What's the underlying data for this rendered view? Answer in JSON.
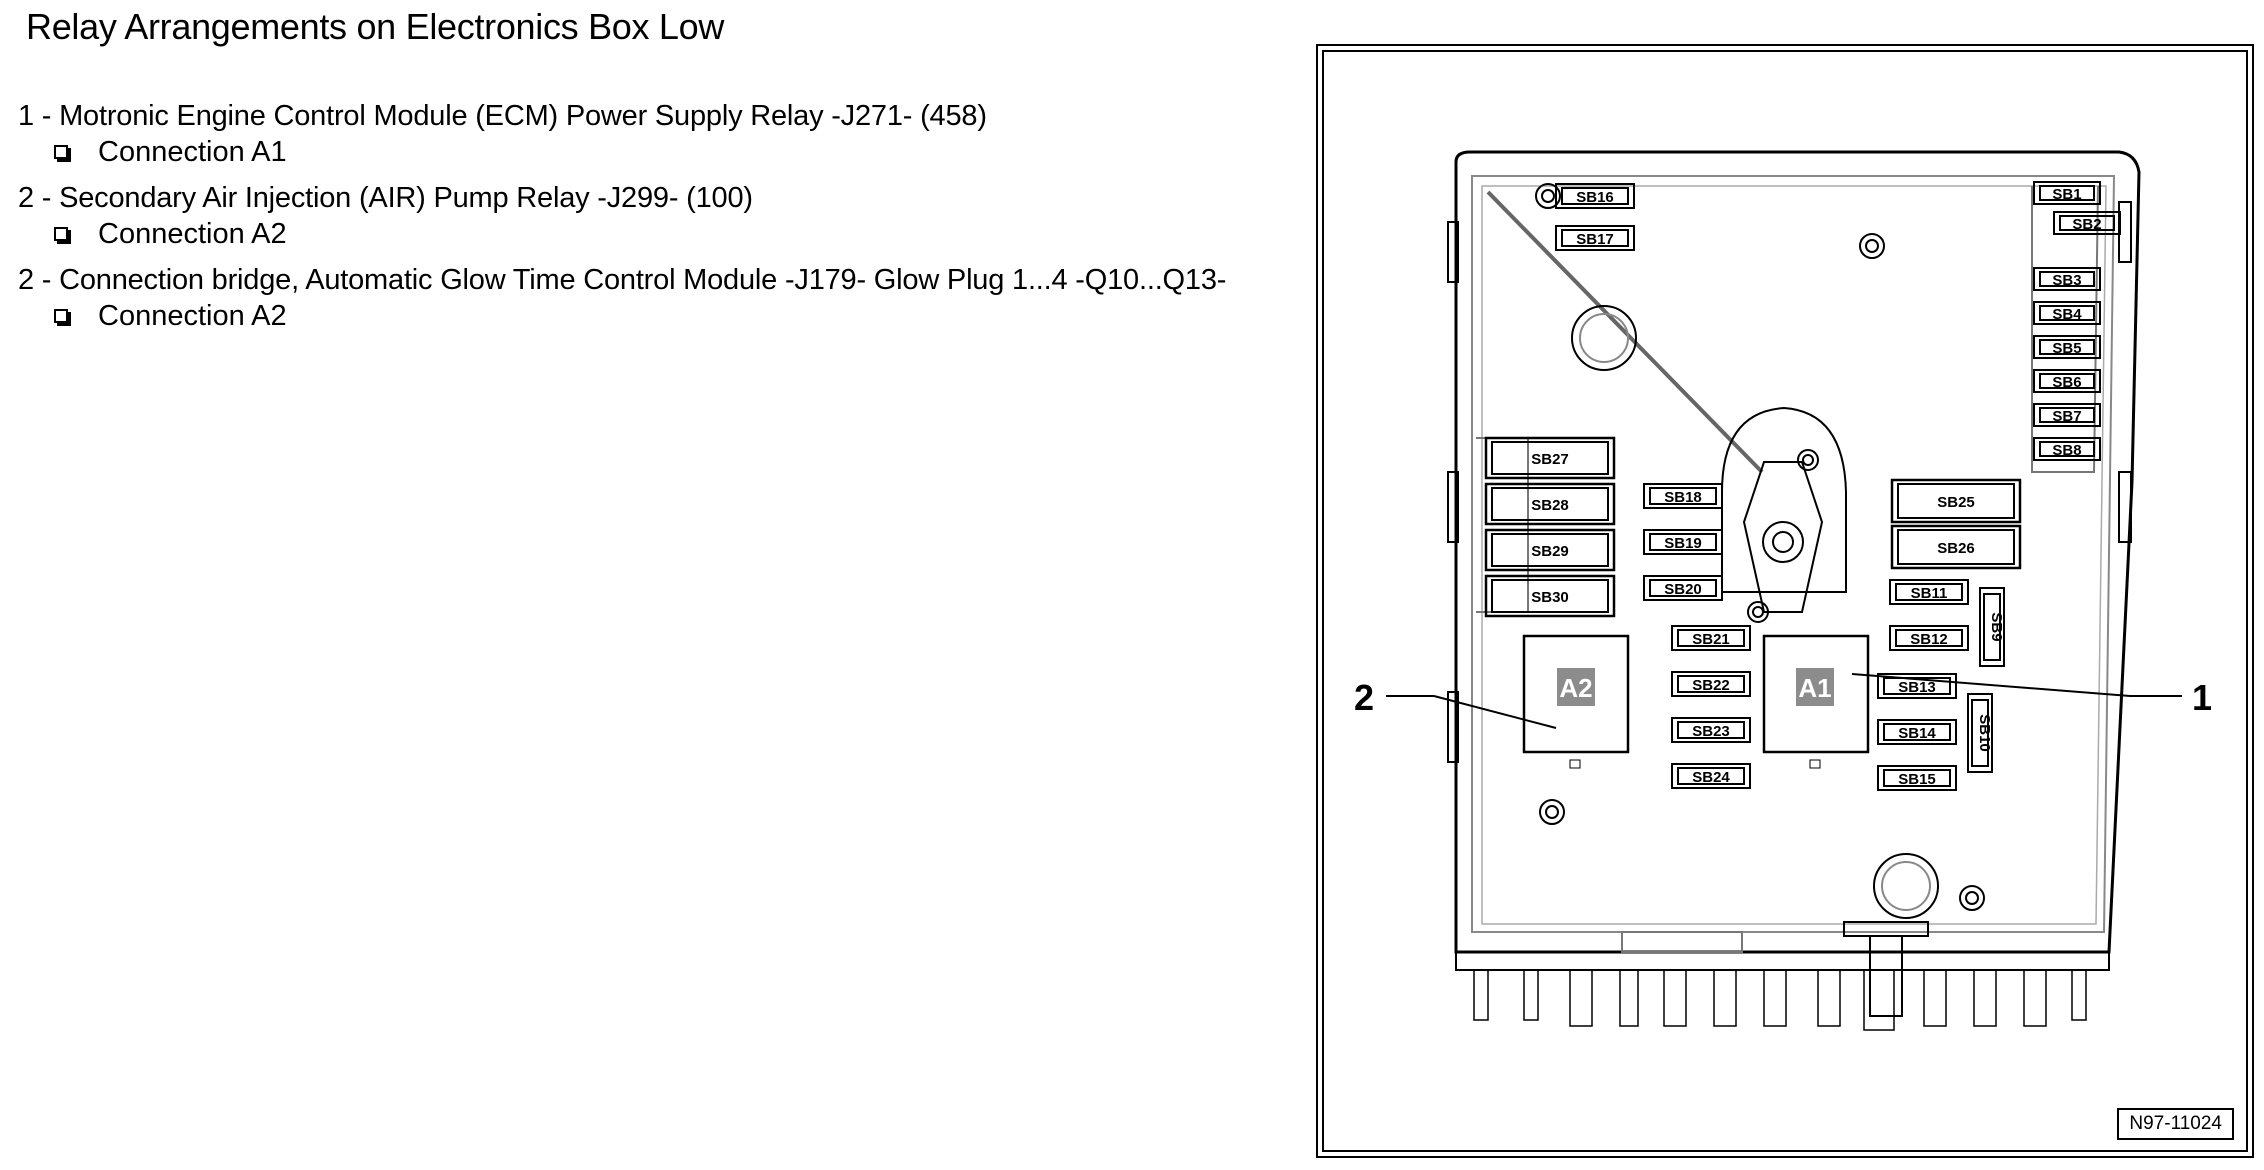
{
  "title": "Relay Arrangements on Electronics Box Low",
  "legend": [
    {
      "label": "1 - Motronic Engine Control Module (ECM) Power Supply Relay -J271- (458)",
      "sub": "Connection A1"
    },
    {
      "label": "2 - Secondary Air Injection (AIR) Pump Relay -J299- (100)",
      "sub": "Connection A2"
    },
    {
      "label": "2 - Connection bridge, Automatic Glow Time Control Module -J179- Glow Plug 1...4 -Q10...Q13-",
      "sub": "Connection A2"
    }
  ],
  "figure": {
    "callouts": {
      "left": "2",
      "right": "1"
    },
    "relays": {
      "a1": "A1",
      "a2": "A2"
    },
    "fuses": {
      "sb1": "SB1",
      "sb2": "SB2",
      "sb3": "SB3",
      "sb4": "SB4",
      "sb5": "SB5",
      "sb6": "SB6",
      "sb7": "SB7",
      "sb8": "SB8",
      "sb9": "SB9",
      "sb10": "SB10",
      "sb11": "SB11",
      "sb12": "SB12",
      "sb13": "SB13",
      "sb14": "SB14",
      "sb15": "SB15",
      "sb16": "SB16",
      "sb17": "SB17",
      "sb18": "SB18",
      "sb19": "SB19",
      "sb20": "SB20",
      "sb21": "SB21",
      "sb22": "SB22",
      "sb23": "SB23",
      "sb24": "SB24",
      "sb25": "SB25",
      "sb26": "SB26",
      "sb27": "SB27",
      "sb28": "SB28",
      "sb29": "SB29",
      "sb30": "SB30"
    },
    "code": "N97-11024"
  }
}
